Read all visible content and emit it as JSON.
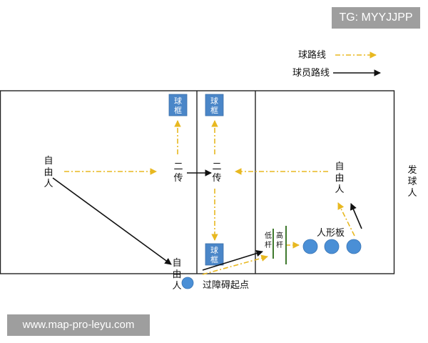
{
  "watermarks": {
    "tg": "TG: MYYJJPP",
    "url": "www.map-pro-leyu.com"
  },
  "legend": {
    "ball_path": "球路线",
    "player_path": "球员路线"
  },
  "colors": {
    "ball_path": "#e8b820",
    "player_path": "#111111",
    "basket_fill": "#4a86c8",
    "player_dot": "#4a8fd6",
    "pole": "#3f7a2e",
    "court_line": "#222222"
  },
  "labels": {
    "free_man_left": [
      "自",
      "由",
      "人"
    ],
    "free_man_bottom": [
      "自",
      "由",
      "人"
    ],
    "free_man_right": [
      "自",
      "由",
      "人"
    ],
    "second_pass_left": [
      "二",
      "传"
    ],
    "second_pass_right": [
      "二",
      "传"
    ],
    "server": [
      "发",
      "球",
      "人"
    ],
    "low_pole": [
      "低",
      "杆"
    ],
    "high_pole": [
      "高",
      "杆"
    ],
    "human_board": "人形板",
    "obstacle_start": "过障碍起点"
  },
  "baskets": [
    {
      "id": "basket-top-left",
      "chars": [
        "球",
        "框"
      ]
    },
    {
      "id": "basket-top-right",
      "chars": [
        "球",
        "框"
      ]
    },
    {
      "id": "basket-bottom",
      "chars": [
        "球",
        "框"
      ]
    }
  ]
}
